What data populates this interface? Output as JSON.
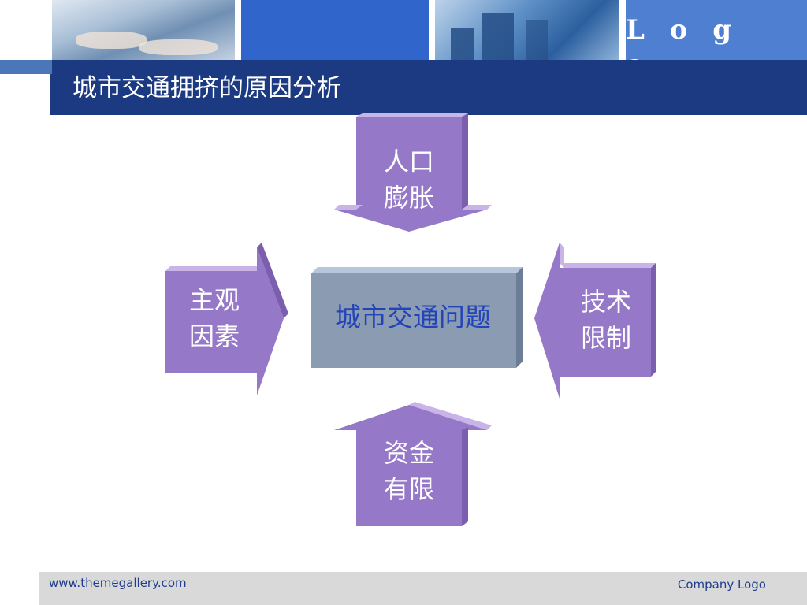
{
  "header": {
    "logo": "L o g o",
    "title": "城市交通拥挤的原因分析"
  },
  "diagram": {
    "center": "城市交通问题",
    "arrows": {
      "top": {
        "line1": "人口",
        "line2": "膨胀"
      },
      "left": {
        "line1": "主观",
        "line2": "因素"
      },
      "right": {
        "line1": "技术",
        "line2": "限制"
      },
      "bottom": {
        "line1": "资金",
        "line2": "有限"
      }
    }
  },
  "footer": {
    "website": "www.themegallery.com",
    "company_logo": "Company Logo"
  },
  "colors": {
    "title_bar": "#1b3a81",
    "arrow_fill": "#9678c8",
    "arrow_light": "#c9b4e8",
    "center_fill": "#8b9bb1",
    "center_text": "#2244bb",
    "footer_bg": "#d9d9d9"
  }
}
